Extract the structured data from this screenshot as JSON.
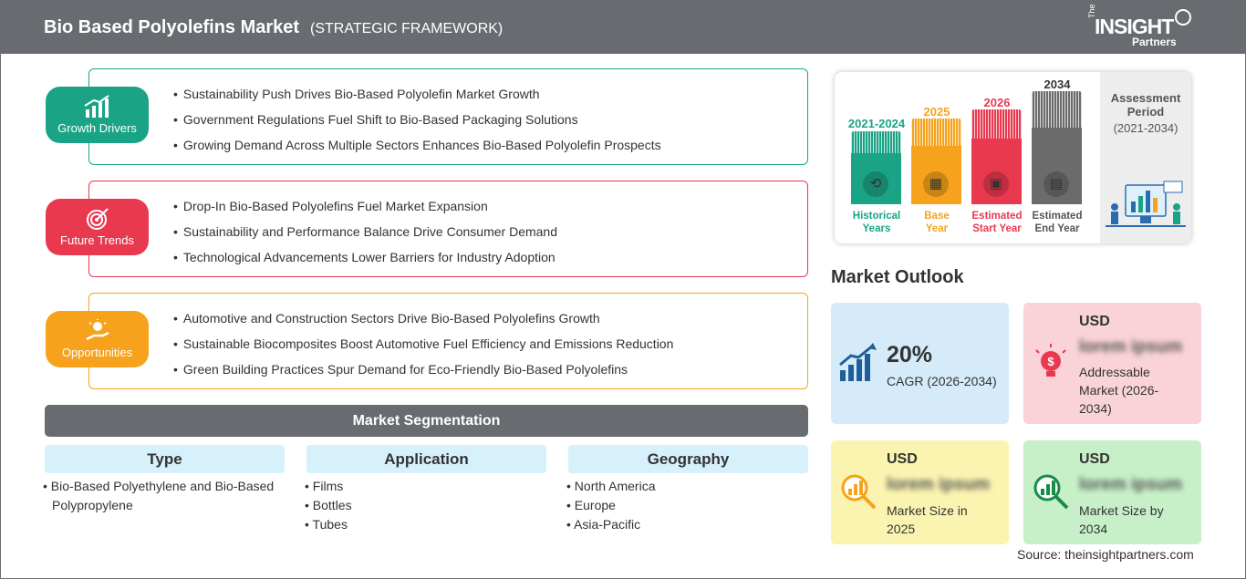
{
  "header": {
    "title": "Bio Based Polyolefins Market",
    "subtitle": "(STRATEGIC FRAMEWORK)",
    "logo_the": "The",
    "logo_insight": "INSIGHT",
    "logo_partners": "Partners"
  },
  "growth": {
    "label": "Growth Drivers",
    "color": "#1aa384",
    "items": [
      "Sustainability Push Drives Bio-Based Polyolefin Market Growth",
      "Government Regulations Fuel Shift to Bio-Based Packaging Solutions",
      "Growing Demand Across Multiple Sectors Enhances Bio-Based Polyolefin Prospects"
    ]
  },
  "trends": {
    "label": "Future Trends",
    "color": "#e8394f",
    "items": [
      "Drop-In Bio-Based Polyolefins Fuel Market Expansion",
      "Sustainability and Performance Balance Drive Consumer Demand",
      "Technological Advancements Lower Barriers for Industry Adoption"
    ]
  },
  "opps": {
    "label": "Opportunities",
    "color": "#f6a21c",
    "items": [
      "Automotive and Construction Sectors Drive Bio-Based Polyolefins Growth",
      "Sustainable Biocomposites Boost Automotive Fuel Efficiency and Emissions Reduction",
      "Green Building Practices Spur Demand for Eco-Friendly Bio-Based Polyolefins"
    ]
  },
  "segmentation": {
    "title": "Market Segmentation",
    "type": {
      "head": "Type",
      "items": [
        "Bio-Based Polyethylene and Bio-Based Polypropylene"
      ]
    },
    "application": {
      "head": "Application",
      "items": [
        "Films",
        "Bottles",
        "Tubes"
      ]
    },
    "geography": {
      "head": "Geography",
      "items": [
        "North America",
        "Europe",
        "Asia-Pacific"
      ]
    }
  },
  "timeline": {
    "historical": {
      "year": "2021-2024",
      "cap1": "Historical",
      "cap2": "Years",
      "color": "#1aa384"
    },
    "base": {
      "year": "2025",
      "cap1": "Base",
      "cap2": "Year",
      "color": "#f6a21c"
    },
    "start": {
      "year": "2026",
      "cap1": "Estimated",
      "cap2": "Start Year",
      "color": "#e8394f"
    },
    "end": {
      "year": "2034",
      "cap1": "Estimated",
      "cap2": "End Year",
      "color": "#6b6b6b"
    },
    "assessment_title": "Assessment Period",
    "assessment_period": "(2021-2034)"
  },
  "outlook": {
    "title": "Market Outlook",
    "cagr_value": "20%",
    "cagr_label": "CAGR (2026-2034)",
    "addressable_usd": "USD",
    "addressable_value": "lorem ipsum",
    "addressable_label": "Addressable Market (2026-2034)",
    "size2025_usd": "USD",
    "size2025_value": "lorem ipsum",
    "size2025_label": "Market Size in 2025",
    "size2034_usd": "USD",
    "size2034_value": "lorem ipsum",
    "size2034_label": "Market Size by 2034"
  },
  "source": "Source: theinsightpartners.com"
}
